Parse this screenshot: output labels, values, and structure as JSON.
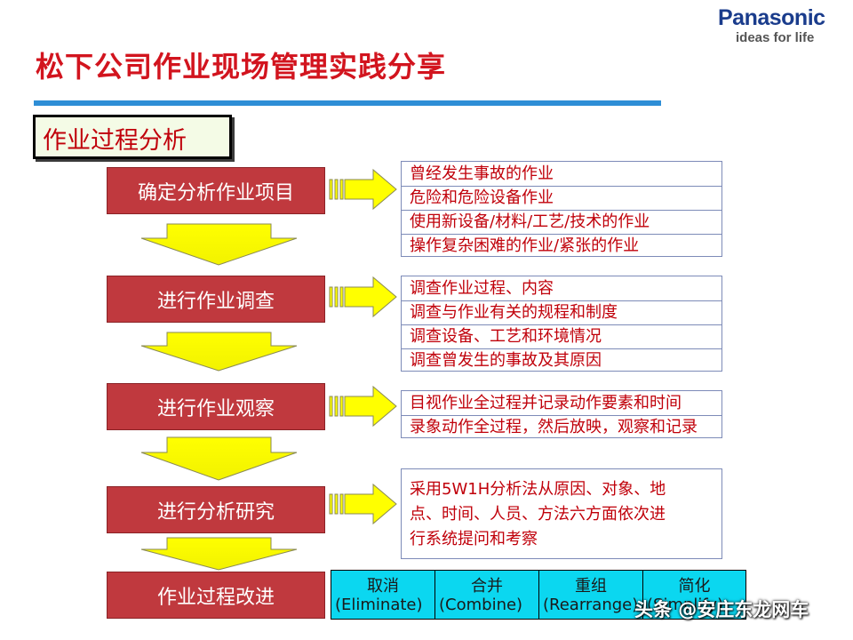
{
  "logo": {
    "name": "Panasonic",
    "tagline": "ideas for life"
  },
  "title": "松下公司作业现场管理实践分享",
  "section_label": "作业过程分析",
  "steps": [
    "确定分析作业项目",
    "进行作业调查",
    "进行作业观察",
    "进行分析研究",
    "作业过程改进"
  ],
  "details": {
    "project": [
      "曾经发生事故的作业",
      "危险和危险设备作业",
      "使用新设备/材料/工艺/技术的作业",
      "操作复杂困难的作业/紧张的作业"
    ],
    "survey": [
      "调查作业过程、内容",
      "调查与作业有关的规程和制度",
      "调查设备、工艺和环境情况",
      "调查曾发生的事故及其原因"
    ],
    "observe": [
      "目视作业全过程并记录动作要素和时间",
      "录象动作全过程，然后放映，观察和记录"
    ],
    "research": [
      "采用5W1H分析法从原因、对象、地",
      "点、时间、人员、方法六方面依次进",
      "行系统提问和考察"
    ]
  },
  "ecrs": [
    {
      "cn": "取消",
      "en": "(Eliminate)"
    },
    {
      "cn": "合并",
      "en": "(Combine)"
    },
    {
      "cn": "重组",
      "en": "(Rearrange)"
    },
    {
      "cn": "简化",
      "en": "(Simplify)"
    }
  ],
  "watermark": "头条 @安庄东龙网车",
  "colors": {
    "title": "#d2141e",
    "step_fill": "#c0393e",
    "arrow_fill": "#ffff00",
    "detail_text": "#c0000a",
    "ecrs_fill": "#0bd7f0",
    "rule": "#2e8ed6"
  }
}
